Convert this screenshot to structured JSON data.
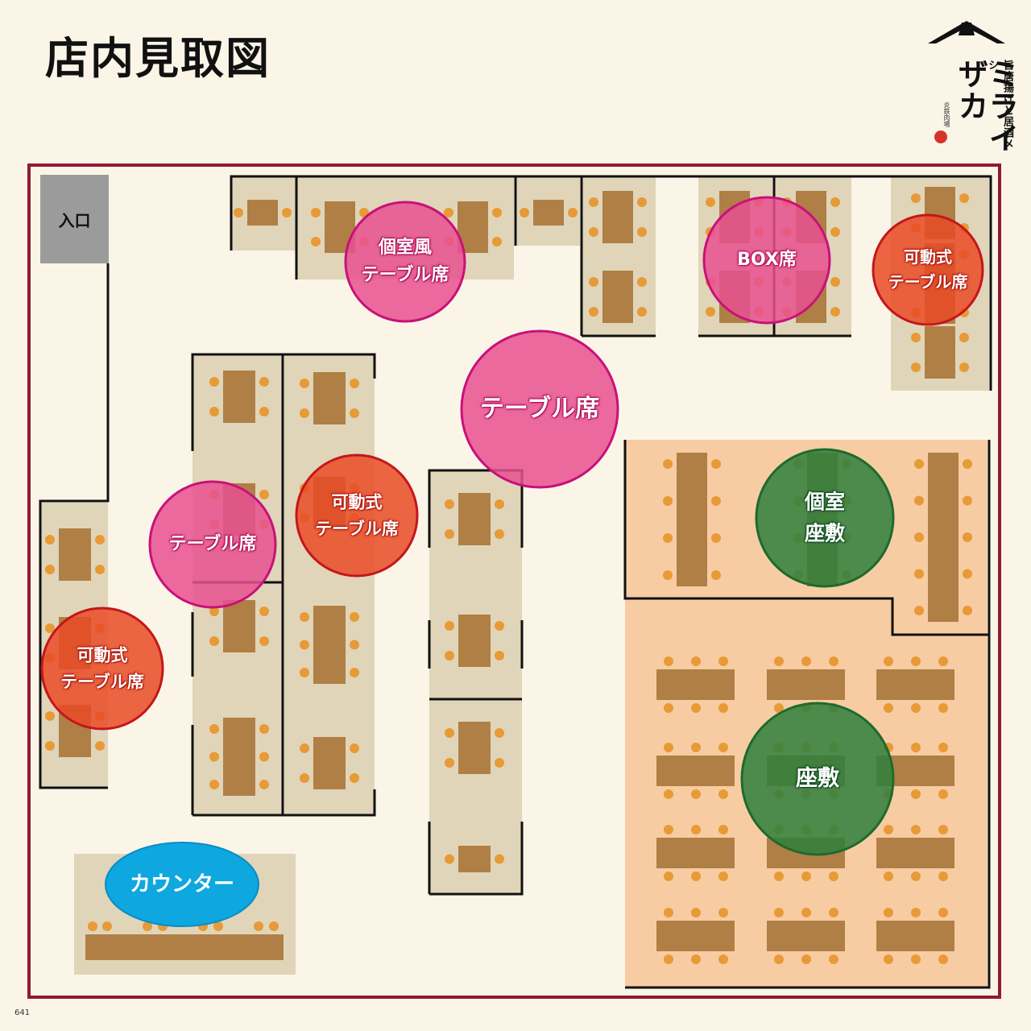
{
  "header": {
    "title": "店内見取図"
  },
  "logo": {
    "brand": "ミライザカ",
    "tagline": "旨唐揚げと居酒メシ",
    "sub": "炎鉄肉場",
    "roof_icon": "roof-icon"
  },
  "floor": {
    "entrance_label": "入口",
    "zones": [
      {
        "id": "private-style-table",
        "lines": [
          "個室風",
          "テーブル席"
        ],
        "color": "pink"
      },
      {
        "id": "box-seats",
        "lines": [
          "BOX席"
        ],
        "color": "pink"
      },
      {
        "id": "movable-table-top-right",
        "lines": [
          "可動式",
          "テーブル席"
        ],
        "color": "red"
      },
      {
        "id": "table-seats-center",
        "lines": [
          "テーブル席"
        ],
        "color": "pink"
      },
      {
        "id": "table-seats-left",
        "lines": [
          "テーブル席"
        ],
        "color": "pink"
      },
      {
        "id": "movable-table-center",
        "lines": [
          "可動式",
          "テーブル席"
        ],
        "color": "red"
      },
      {
        "id": "movable-table-left",
        "lines": [
          "可動式",
          "テーブル席"
        ],
        "color": "red"
      },
      {
        "id": "private-tatami",
        "lines": [
          "個室",
          "座敷"
        ],
        "color": "green"
      },
      {
        "id": "tatami",
        "lines": [
          "座敷"
        ],
        "color": "green"
      },
      {
        "id": "counter",
        "lines": [
          "カウンター"
        ],
        "color": "blue"
      }
    ]
  },
  "colors": {
    "background": "#fbf5e8",
    "frame": "#8f1a30",
    "booth": "#e0d5b8",
    "tatami_area": "#f8cca2",
    "table": "#b07f45",
    "chair": "#e79a36",
    "pink": "#e8508f",
    "red": "#e94b26",
    "green": "#2e7f3c",
    "blue": "#0ea7df"
  },
  "footer": {
    "page_number": "641"
  }
}
